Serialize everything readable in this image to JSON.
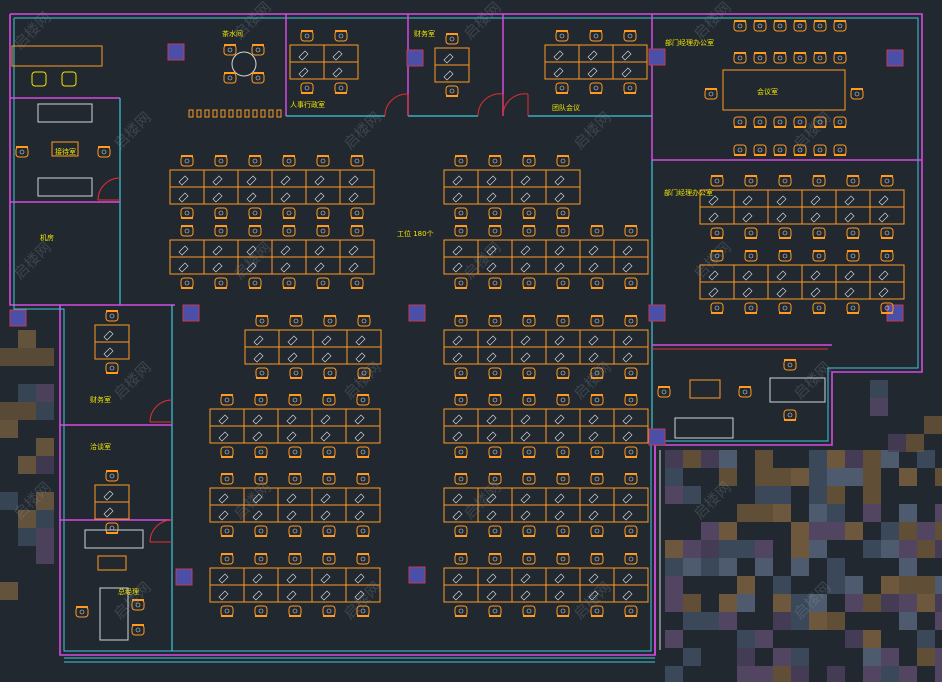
{
  "plan": {
    "colors": {
      "background": "#212830",
      "outer_wall": "#d44be0",
      "inner_wall": "#3fc8dc",
      "furniture": "#ff9a1f",
      "furniture_dark": "#cc6f12",
      "pc": "#cfd5da",
      "label": "#f2e600",
      "column": "#4b4fa8",
      "column_edge": "#c23a5a",
      "red_line": "#e03030",
      "pixel_a": "#5a4a6a",
      "pixel_b": "#6b5538",
      "pixel_c": "#3e4e60",
      "watermark": "#9aa3ad"
    },
    "labels": {
      "reception": "茶水间",
      "hr_office": "人事行政室",
      "finance": "财务室",
      "meeting_small": "团队会议",
      "dept_manager_top": "部门经理办公室",
      "meeting_room": "会议室",
      "lounge": "接待室",
      "archive": "机房",
      "open_office": "工位 180个",
      "dept_manager_right": "部门经理办公室",
      "office_a": "财务室",
      "office_b": "洽谈室",
      "gm_office": "总经理"
    },
    "watermark_text": "启楼网"
  }
}
